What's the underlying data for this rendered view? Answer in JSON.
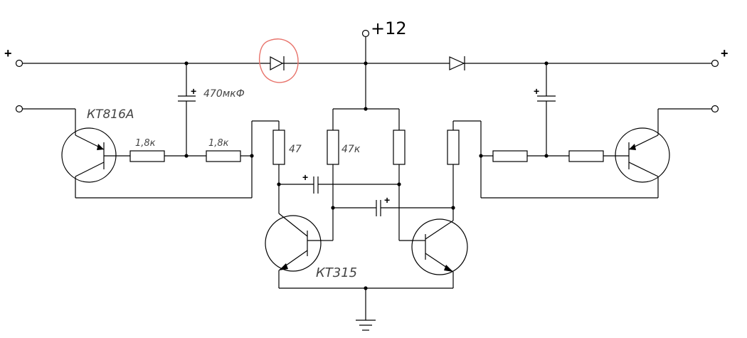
{
  "labels": {
    "supply": "+12",
    "left_out_plus": "+",
    "right_out_plus": "+",
    "cap_plus": "+",
    "cap_value": "470мкФ",
    "transistor_power": "КТ816А",
    "transistor_switch": "КТ315",
    "res_1": "1,8к",
    "res_2": "1,8к",
    "res_collector": "47",
    "res_base": "47к"
  },
  "highlight_color": "#e8736b"
}
